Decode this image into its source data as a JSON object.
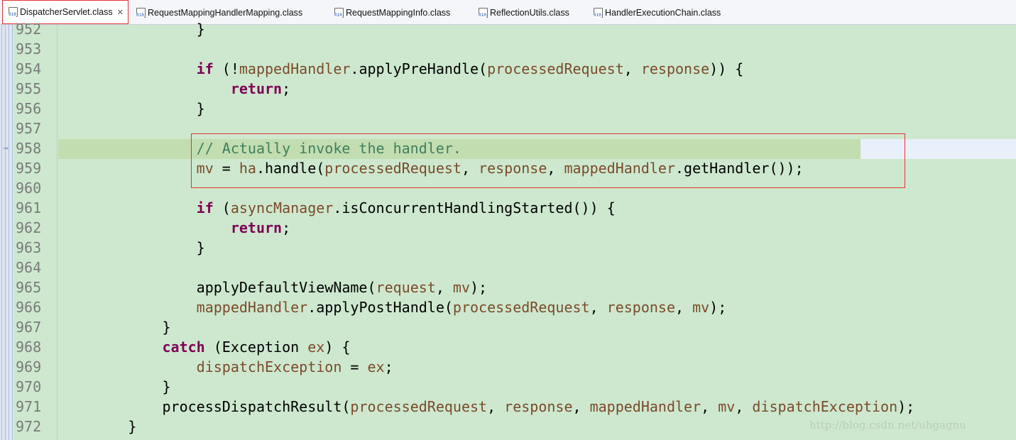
{
  "tabs": [
    {
      "label": "DispatcherServlet.class",
      "active": true,
      "close": "✕"
    },
    {
      "label": "RequestMappingHandlerMapping.class"
    },
    {
      "label": "RequestMappingInfo.class"
    },
    {
      "label": "ReflectionUtils.class"
    },
    {
      "label": "HandlerExecutionChain.class"
    }
  ],
  "code": {
    "line_numbers": [
      "952",
      "953",
      "954",
      "955",
      "956",
      "957",
      "958",
      "959",
      "960",
      "961",
      "962",
      "963",
      "964",
      "965",
      "966",
      "967",
      "968",
      "969",
      "970",
      "971",
      "972"
    ],
    "current_line": "959"
  },
  "watermark": "http://blog.csdn.net/uhgagnu",
  "colors": {
    "keyword": "#7f0055",
    "comment": "#3f7f5f",
    "field": "#7b4b2a",
    "background": "#cde8cf",
    "highlight_box": "#e33333"
  }
}
